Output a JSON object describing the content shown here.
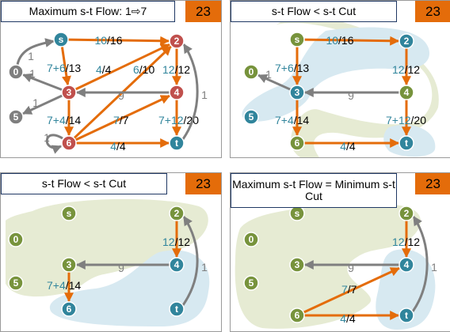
{
  "colors": {
    "blue": "#31859c",
    "green": "#77933c",
    "red": "#c0504d",
    "gray": "#7f7f7f",
    "orange": "#e46c0a",
    "flow_text": "#31859c",
    "green_region": "#e6ebd3",
    "blue_region": "#d7e9f1"
  },
  "panels": [
    {
      "title": "Maximum s-t Flow: 1⇨7",
      "value": "23",
      "nodes": [
        {
          "id": "s",
          "label": "s",
          "color": "blue"
        },
        {
          "id": "2",
          "label": "2",
          "color": "red"
        },
        {
          "id": "0",
          "label": "0",
          "color": "gray"
        },
        {
          "id": "3",
          "label": "3",
          "color": "red"
        },
        {
          "id": "4",
          "label": "4",
          "color": "red"
        },
        {
          "id": "5",
          "label": "5",
          "color": "gray"
        },
        {
          "id": "6",
          "label": "6",
          "color": "red"
        },
        {
          "id": "t",
          "label": "t",
          "color": "blue"
        }
      ],
      "edges": [
        {
          "from": "s",
          "to": "2",
          "color": "orange",
          "label": [
            {
              "t": "10",
              "c": "flow_text"
            },
            {
              "t": "/16"
            }
          ]
        },
        {
          "from": "s",
          "to": "3",
          "color": "orange",
          "label": [
            {
              "t": "7+6",
              "c": "flow_text"
            },
            {
              "t": "/13"
            }
          ]
        },
        {
          "from": "3",
          "to": "2",
          "color": "orange",
          "label": [
            {
              "t": "4",
              "c": "flow_text"
            },
            {
              "t": "/4"
            }
          ]
        },
        {
          "from": "6",
          "to": "2",
          "color": "orange",
          "label": [
            {
              "t": "6",
              "c": "flow_text"
            },
            {
              "t": "/10"
            }
          ]
        },
        {
          "from": "2",
          "to": "4",
          "color": "orange",
          "label": [
            {
              "t": "12",
              "c": "flow_text"
            },
            {
              "t": "/12"
            }
          ]
        },
        {
          "from": "4",
          "to": "3",
          "color": "gray",
          "label": [
            {
              "t": "9",
              "c": "gray"
            }
          ]
        },
        {
          "from": "3",
          "to": "6",
          "color": "orange",
          "label": [
            {
              "t": "7+4",
              "c": "flow_text"
            },
            {
              "t": "/14"
            }
          ]
        },
        {
          "from": "6",
          "to": "4",
          "color": "orange",
          "label": [
            {
              "t": "7",
              "c": "flow_text"
            },
            {
              "t": "/7"
            }
          ]
        },
        {
          "from": "4",
          "to": "t",
          "color": "orange",
          "label": [
            {
              "t": "7+12",
              "c": "flow_text"
            },
            {
              "t": "/20"
            }
          ]
        },
        {
          "from": "6",
          "to": "t",
          "color": "orange",
          "label": [
            {
              "t": "4",
              "c": "flow_text"
            },
            {
              "t": "/4"
            }
          ]
        },
        {
          "from": "t",
          "to": "2",
          "color": "gray",
          "label": [
            {
              "t": "1",
              "c": "gray"
            }
          ]
        },
        {
          "from": "3",
          "to": "0",
          "color": "gray",
          "label": [
            {
              "t": "1",
              "c": "gray"
            }
          ]
        },
        {
          "from": "0",
          "to": "s",
          "color": "gray",
          "label": [
            {
              "t": "1",
              "c": "gray"
            }
          ]
        },
        {
          "from": "3",
          "to": "5",
          "color": "gray",
          "label": [
            {
              "t": "1",
              "c": "gray"
            }
          ]
        },
        {
          "from": "6",
          "to": "6",
          "color": "gray",
          "label": [
            {
              "t": "1",
              "c": "gray"
            }
          ]
        }
      ]
    },
    {
      "title": "s-t Flow < s-t Cut",
      "value": "23",
      "nodes": [
        {
          "id": "s",
          "label": "s",
          "color": "green"
        },
        {
          "id": "2",
          "label": "2",
          "color": "blue"
        },
        {
          "id": "0",
          "label": "0",
          "color": "green"
        },
        {
          "id": "3",
          "label": "3",
          "color": "blue"
        },
        {
          "id": "4",
          "label": "4",
          "color": "green"
        },
        {
          "id": "5",
          "label": "5",
          "color": "blue"
        },
        {
          "id": "6",
          "label": "6",
          "color": "green"
        },
        {
          "id": "t",
          "label": "t",
          "color": "blue"
        }
      ],
      "edges": [
        {
          "from": "s",
          "to": "2",
          "color": "orange",
          "label": [
            {
              "t": "10",
              "c": "flow_text"
            },
            {
              "t": "/16"
            }
          ]
        },
        {
          "from": "s",
          "to": "3",
          "color": "orange",
          "label": [
            {
              "t": "7+6",
              "c": "flow_text"
            },
            {
              "t": "/13"
            }
          ]
        },
        {
          "from": "2",
          "to": "4",
          "color": "orange",
          "label": [
            {
              "t": "12",
              "c": "flow_text"
            },
            {
              "t": "/12"
            }
          ]
        },
        {
          "from": "4",
          "to": "3",
          "color": "gray",
          "label": [
            {
              "t": "9",
              "c": "gray"
            }
          ]
        },
        {
          "from": "3",
          "to": "6",
          "color": "orange",
          "label": [
            {
              "t": "7+4",
              "c": "flow_text"
            },
            {
              "t": "/14"
            }
          ]
        },
        {
          "from": "4",
          "to": "t",
          "color": "orange",
          "label": [
            {
              "t": "7+12",
              "c": "flow_text"
            },
            {
              "t": "/20"
            }
          ]
        },
        {
          "from": "6",
          "to": "t",
          "color": "orange",
          "label": [
            {
              "t": "4",
              "c": "flow_text"
            },
            {
              "t": "/4"
            }
          ]
        },
        {
          "from": "3",
          "to": "0",
          "color": "gray",
          "label": [
            {
              "t": "1",
              "c": "gray"
            }
          ]
        }
      ]
    },
    {
      "title": "s-t Flow < s-t Cut",
      "value": "23",
      "nodes": [
        {
          "id": "s",
          "label": "s",
          "color": "green"
        },
        {
          "id": "2",
          "label": "2",
          "color": "green"
        },
        {
          "id": "0",
          "label": "0",
          "color": "green"
        },
        {
          "id": "3",
          "label": "3",
          "color": "green"
        },
        {
          "id": "4",
          "label": "4",
          "color": "blue"
        },
        {
          "id": "5",
          "label": "5",
          "color": "green"
        },
        {
          "id": "6",
          "label": "6",
          "color": "blue"
        },
        {
          "id": "t",
          "label": "t",
          "color": "blue"
        }
      ],
      "edges": [
        {
          "from": "2",
          "to": "4",
          "color": "orange",
          "label": [
            {
              "t": "12",
              "c": "flow_text"
            },
            {
              "t": "/12"
            }
          ]
        },
        {
          "from": "4",
          "to": "3",
          "color": "gray",
          "label": [
            {
              "t": "9",
              "c": "gray"
            }
          ]
        },
        {
          "from": "3",
          "to": "6",
          "color": "orange",
          "label": [
            {
              "t": "7+4",
              "c": "flow_text"
            },
            {
              "t": "/14"
            }
          ]
        },
        {
          "from": "t",
          "to": "2",
          "color": "gray",
          "label": [
            {
              "t": "1",
              "c": "gray"
            }
          ]
        }
      ]
    },
    {
      "title": "Maximum s-t Flow = Minimum s-t Cut",
      "value": "23",
      "nodes": [
        {
          "id": "s",
          "label": "s",
          "color": "green"
        },
        {
          "id": "2",
          "label": "2",
          "color": "green"
        },
        {
          "id": "0",
          "label": "0",
          "color": "green"
        },
        {
          "id": "3",
          "label": "3",
          "color": "green"
        },
        {
          "id": "4",
          "label": "4",
          "color": "blue"
        },
        {
          "id": "5",
          "label": "5",
          "color": "green"
        },
        {
          "id": "6",
          "label": "6",
          "color": "green"
        },
        {
          "id": "t",
          "label": "t",
          "color": "blue"
        }
      ],
      "edges": [
        {
          "from": "2",
          "to": "4",
          "color": "orange",
          "label": [
            {
              "t": "12",
              "c": "flow_text"
            },
            {
              "t": "/12"
            }
          ]
        },
        {
          "from": "4",
          "to": "3",
          "color": "gray",
          "label": [
            {
              "t": "9",
              "c": "gray"
            }
          ]
        },
        {
          "from": "6",
          "to": "4",
          "color": "orange",
          "label": [
            {
              "t": "7",
              "c": "flow_text"
            },
            {
              "t": "/7"
            }
          ]
        },
        {
          "from": "6",
          "to": "t",
          "color": "orange",
          "label": [
            {
              "t": "4",
              "c": "flow_text"
            },
            {
              "t": "/4"
            }
          ]
        },
        {
          "from": "t",
          "to": "2",
          "color": "gray",
          "label": [
            {
              "t": "1",
              "c": "gray"
            }
          ]
        }
      ]
    }
  ]
}
